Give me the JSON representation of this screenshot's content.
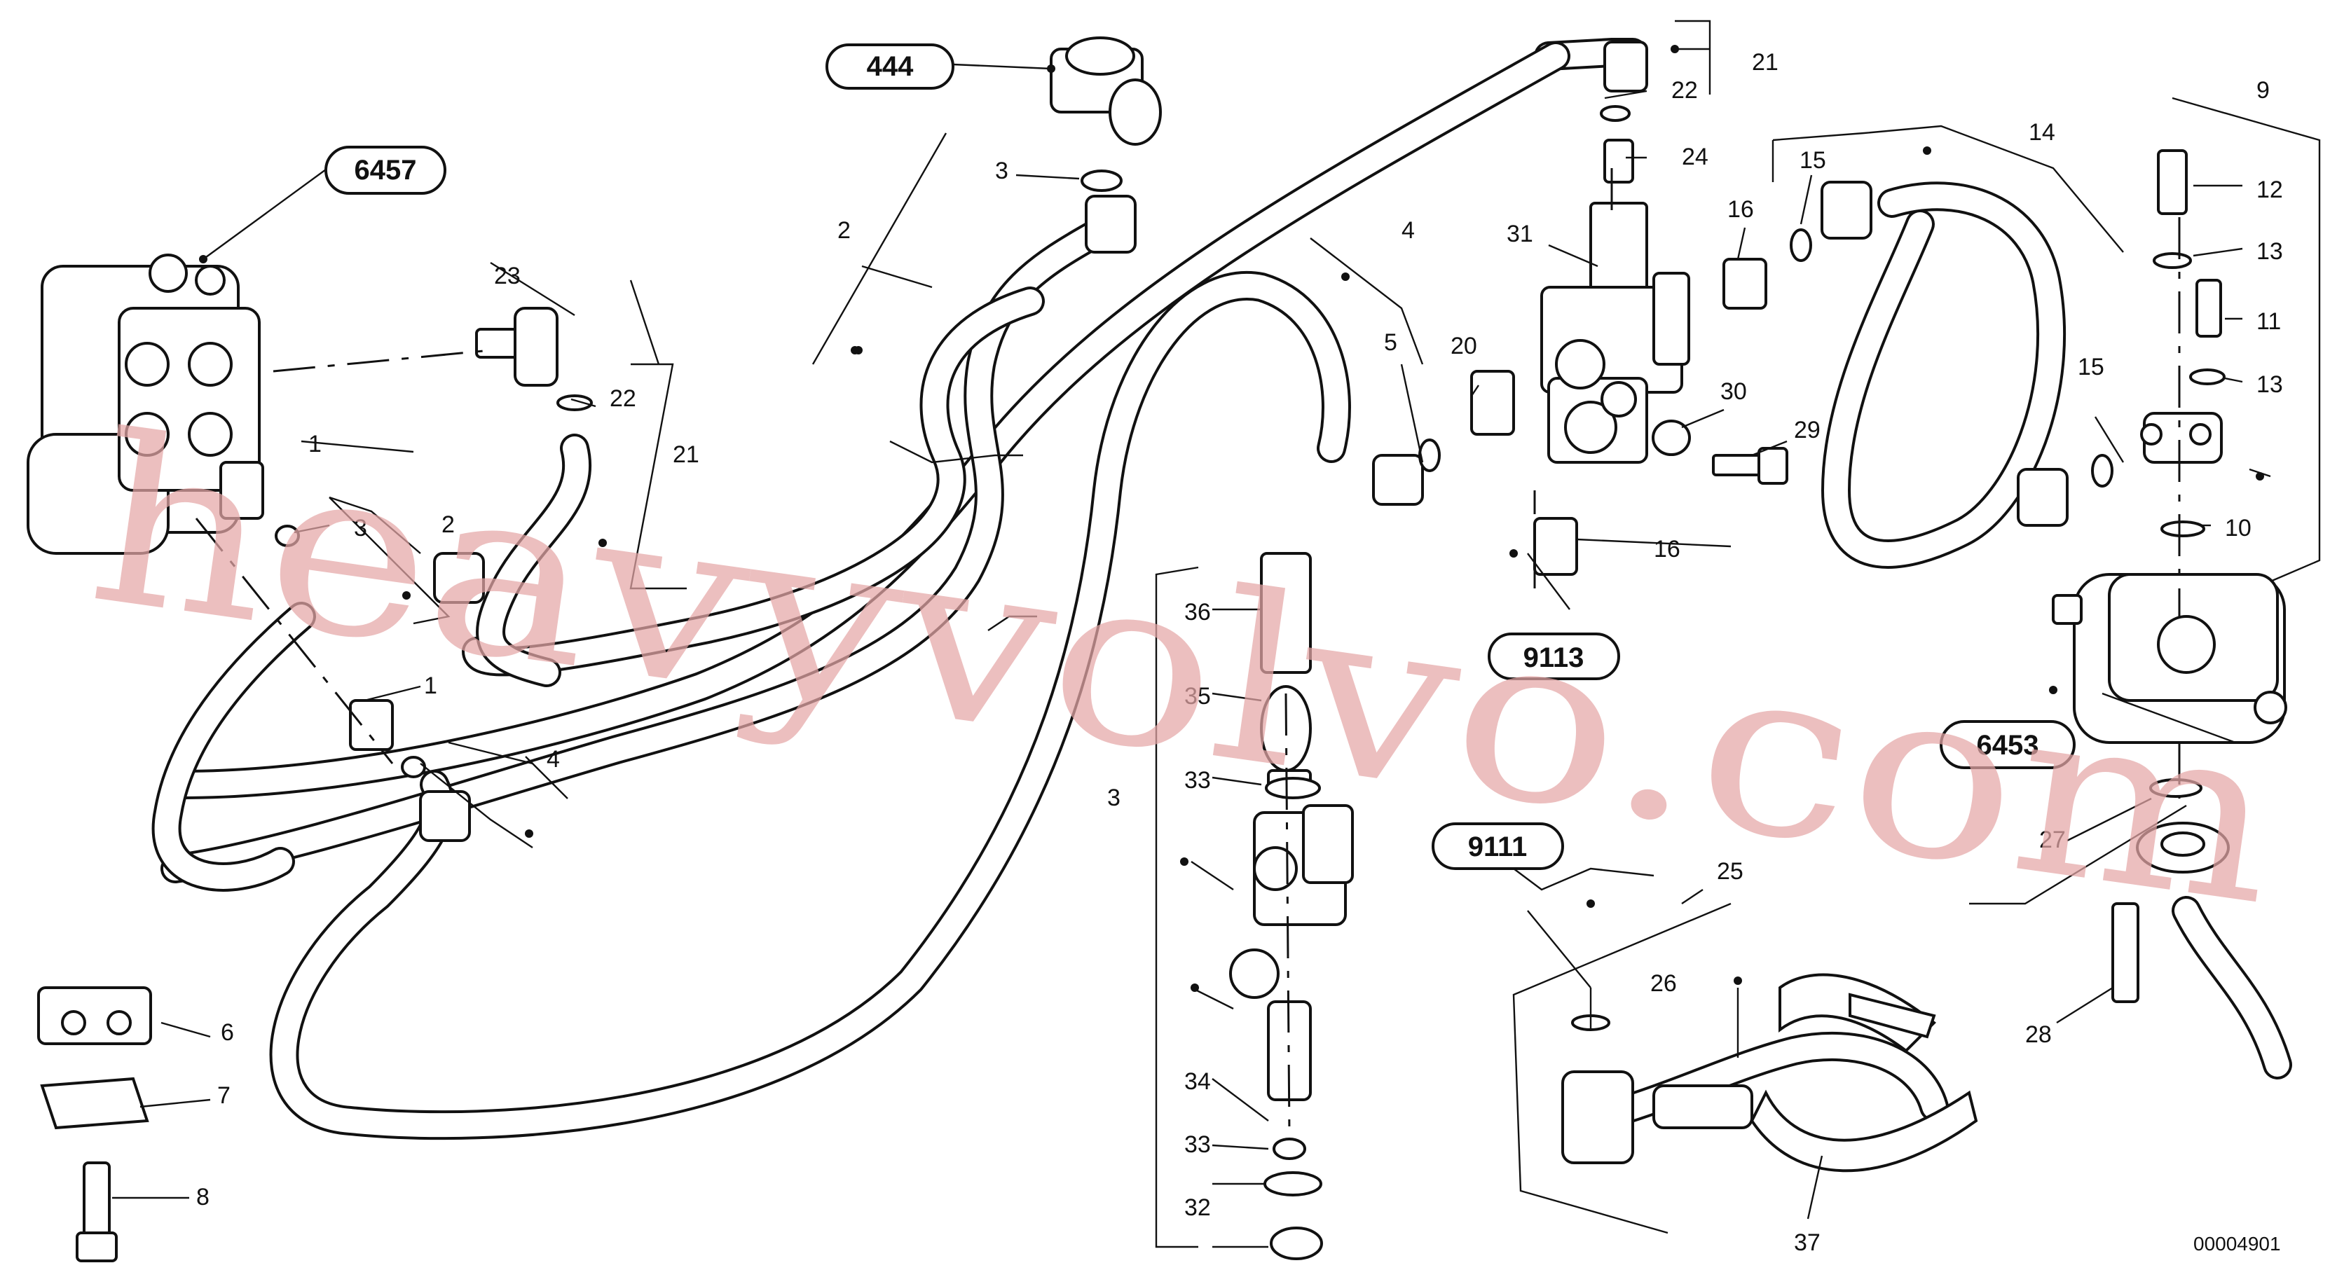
{
  "reference_labels": {
    "r6457": "6457",
    "r444": "444",
    "r9113": "9113",
    "r9111": "9111",
    "r6453": "6453"
  },
  "item_numbers": {
    "n1a": "1",
    "n1b": "1",
    "n2a": "2",
    "n2b": "2",
    "n3a": "3",
    "n3b": "3",
    "n4a": "4",
    "n4b": "4",
    "n5": "5",
    "n6": "6",
    "n7": "7",
    "n8": "8",
    "n9": "9",
    "n10": "10",
    "n11": "11",
    "n12": "12",
    "n13a": "13",
    "n13b": "13",
    "n14": "14",
    "n15a": "15",
    "n15b": "15",
    "n16a": "16",
    "n16b": "16",
    "n20": "20",
    "n21a": "21",
    "n21b": "21",
    "n22a": "22",
    "n22b": "22",
    "n23": "23",
    "n24": "24",
    "n25": "25",
    "n26": "26",
    "n27": "27",
    "n28": "28",
    "n29": "29",
    "n30": "30",
    "n31": "31",
    "n32": "32",
    "n33a": "33",
    "n33b": "33",
    "n34": "34",
    "n35": "35",
    "n36": "36",
    "n37": "37",
    "n3c": "3"
  },
  "drawing_number": "00004901",
  "watermark": "heavyvolvo.com",
  "colors": {
    "line": "#111111",
    "watermark": "#e5a7a7",
    "background": "#ffffff"
  }
}
